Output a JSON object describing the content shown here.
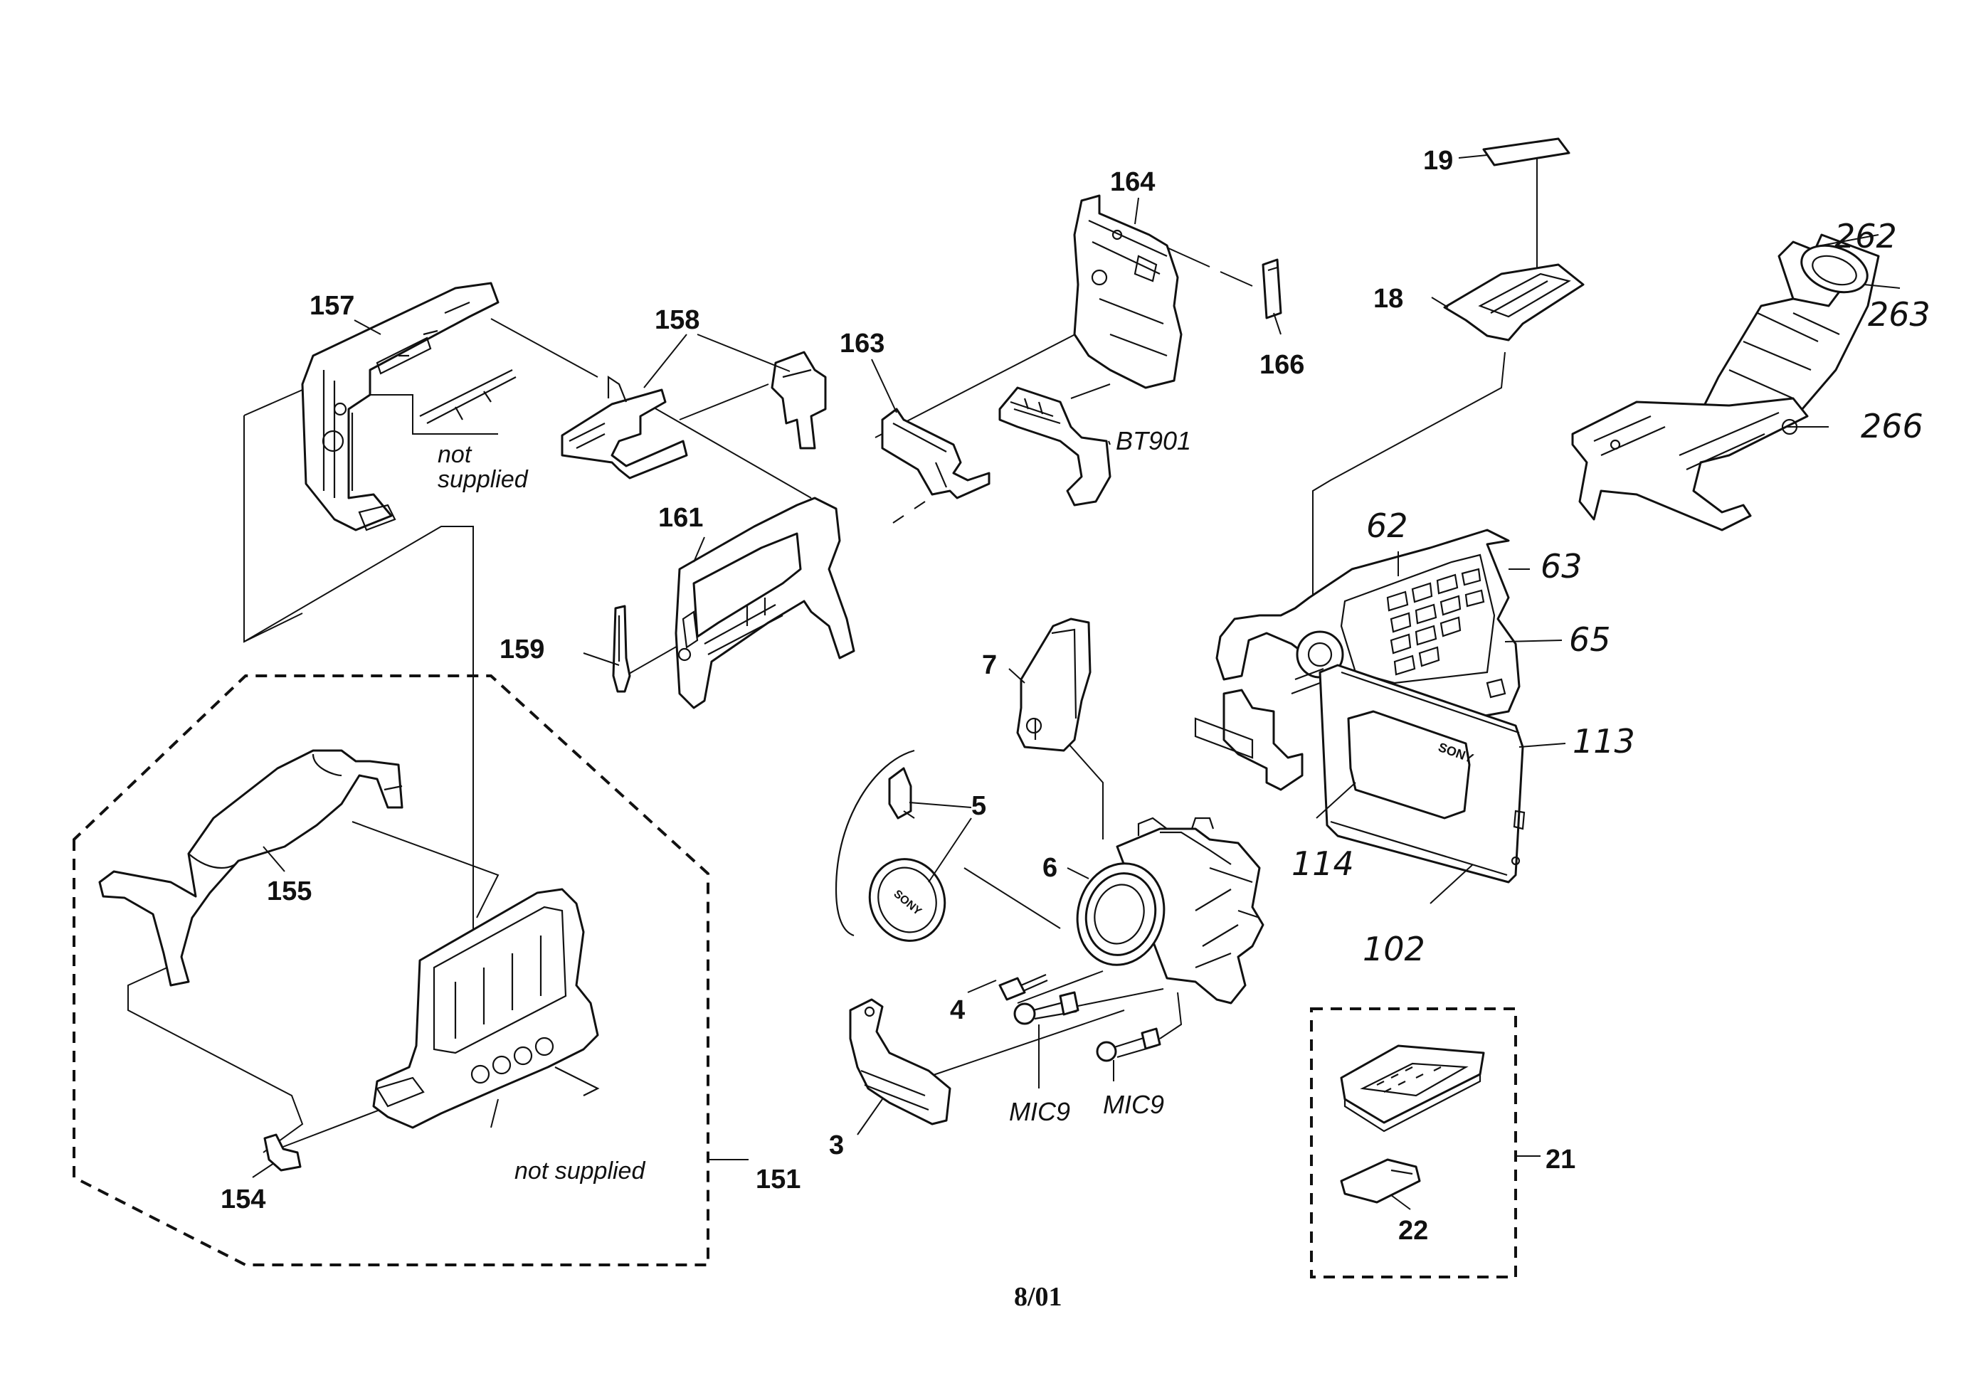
{
  "labels": {
    "p157": "157",
    "p158": "158",
    "p163": "163",
    "p164": "164",
    "p166": "166",
    "p19": "19",
    "p18": "18",
    "p262": "262",
    "p263": "263",
    "p266": "266",
    "bt901": "BT901",
    "p161": "161",
    "p159": "159",
    "p62": "62",
    "p63": "63",
    "p65": "65",
    "p113": "113",
    "p114": "114",
    "p102": "102",
    "p7": "7",
    "p5": "5",
    "p6": "6",
    "p4": "4",
    "mic9a": "MIC9",
    "mic9b": "MIC9",
    "p3": "3",
    "p155": "155",
    "p154": "154",
    "p151": "151",
    "p21": "21",
    "p22": "22"
  },
  "notes": {
    "not_supplied_top_1": "not",
    "not_supplied_top_2": "supplied",
    "not_supplied_bottom": "not supplied"
  },
  "brand": {
    "lens_cap": "SONY",
    "lcd_panel": "SONY"
  },
  "footer": "8/01"
}
